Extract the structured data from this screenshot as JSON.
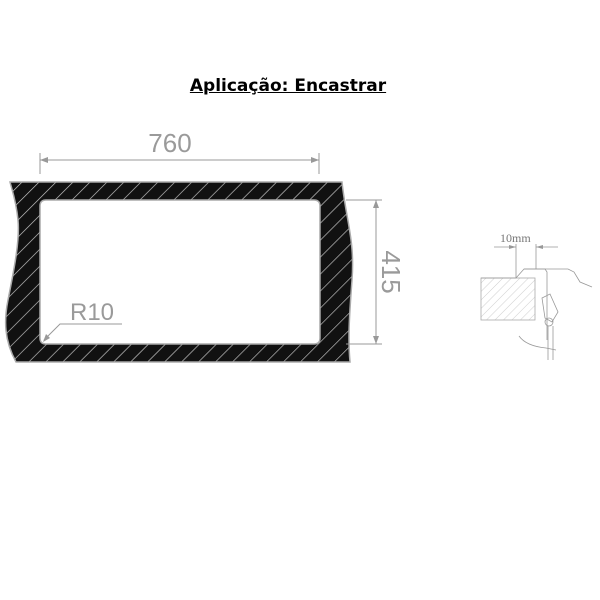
{
  "title": "Aplicação: Encastrar",
  "dimensions": {
    "width": "760",
    "height": "415",
    "radius": "R10",
    "rim": "10mm"
  },
  "colors": {
    "fill": "#111111",
    "dim": "#9a9a9a",
    "hatch": "#cccccc"
  }
}
